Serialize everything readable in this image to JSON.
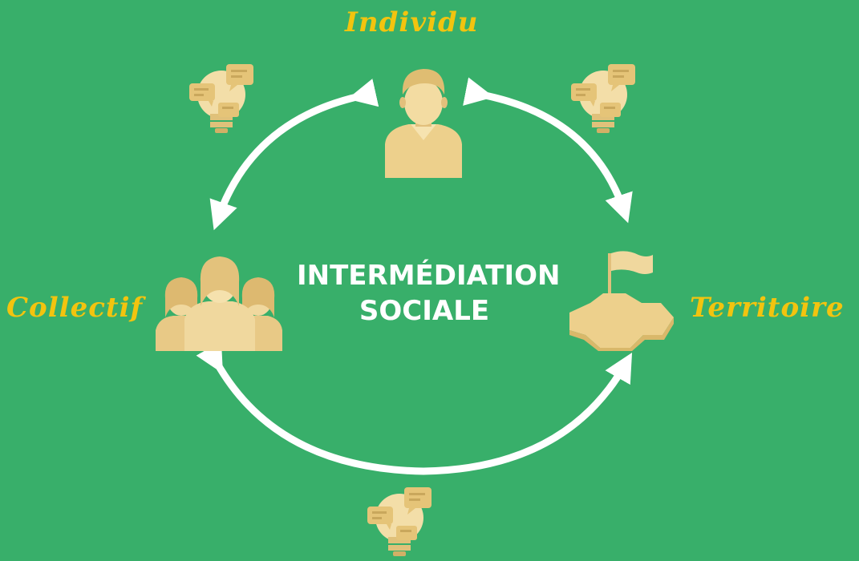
{
  "nodes": {
    "individu": {
      "label": "Individu"
    },
    "collectif": {
      "label": "Collectif"
    },
    "territoire": {
      "label": "Territoire"
    }
  },
  "center": {
    "line1": "INTERMÉDIATION",
    "line2": "SOCIALE"
  },
  "colors": {
    "background": "#38af6a",
    "label": "#f2c40f",
    "icon": "#edd08c",
    "icon_shade": "#d9b86a",
    "arrow": "#ffffff",
    "center_text": "#ffffff"
  },
  "icons": {
    "individu": "person-icon",
    "collectif": "group-icon",
    "territoire": "territory-flag-icon",
    "ideas": "lightbulb-chat-icon"
  }
}
